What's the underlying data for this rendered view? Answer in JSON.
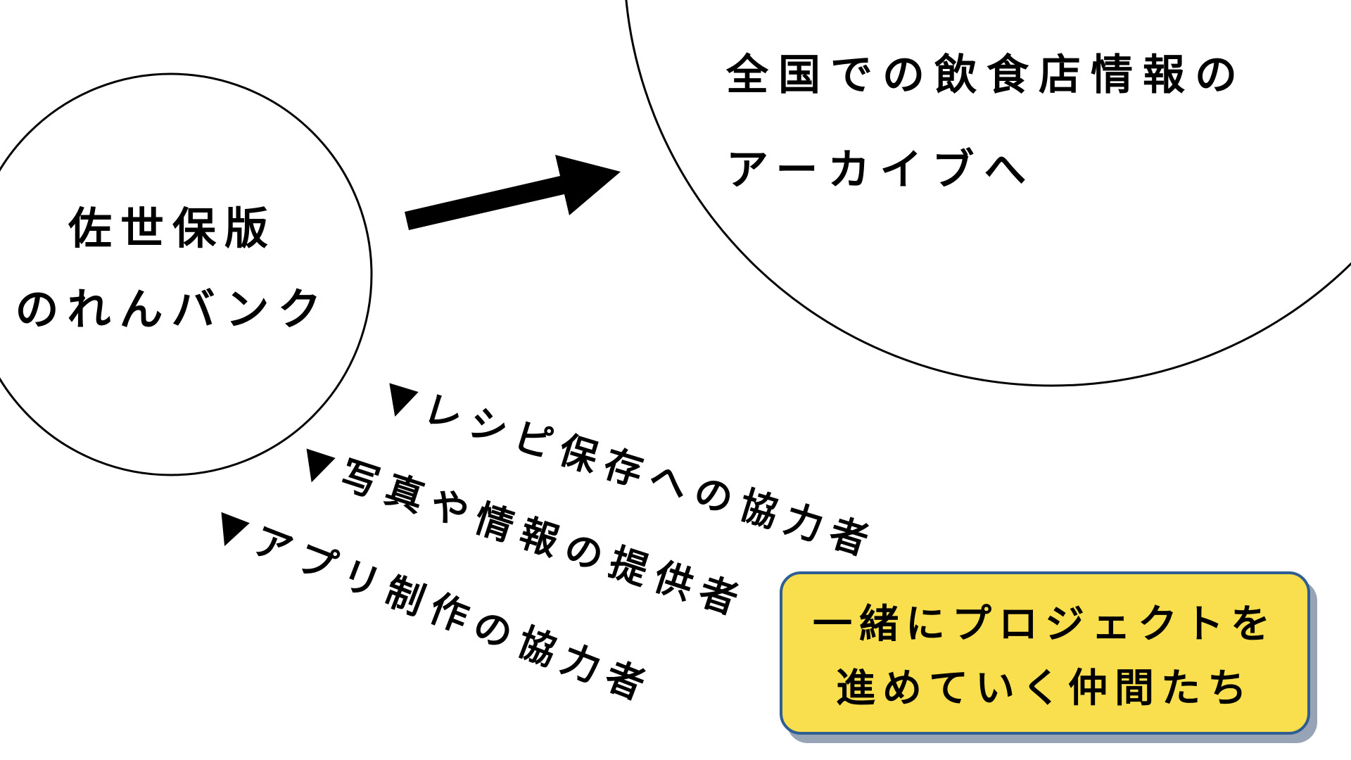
{
  "diagram": {
    "left_circle": {
      "line1": "佐世保版",
      "line2": "のれんバンク"
    },
    "right_circle": {
      "line1": "全国での飲食店情報の",
      "line2": "アーカイブへ"
    },
    "contributors": [
      {
        "marker": "▼",
        "label": "レシピ保存への協力者"
      },
      {
        "marker": "▼",
        "label": "写真や情報の提供者"
      },
      {
        "marker": "▼",
        "label": "アプリ制作の協力者"
      }
    ],
    "callout": {
      "line1": "一緒にプロジェクトを",
      "line2": "進めていく仲間たち"
    },
    "colors": {
      "background": "#ffffff",
      "ink": "#000000",
      "callout_fill": "#f9df4d",
      "callout_border": "#2f5e93",
      "callout_shadow": "#97a4b6"
    }
  }
}
